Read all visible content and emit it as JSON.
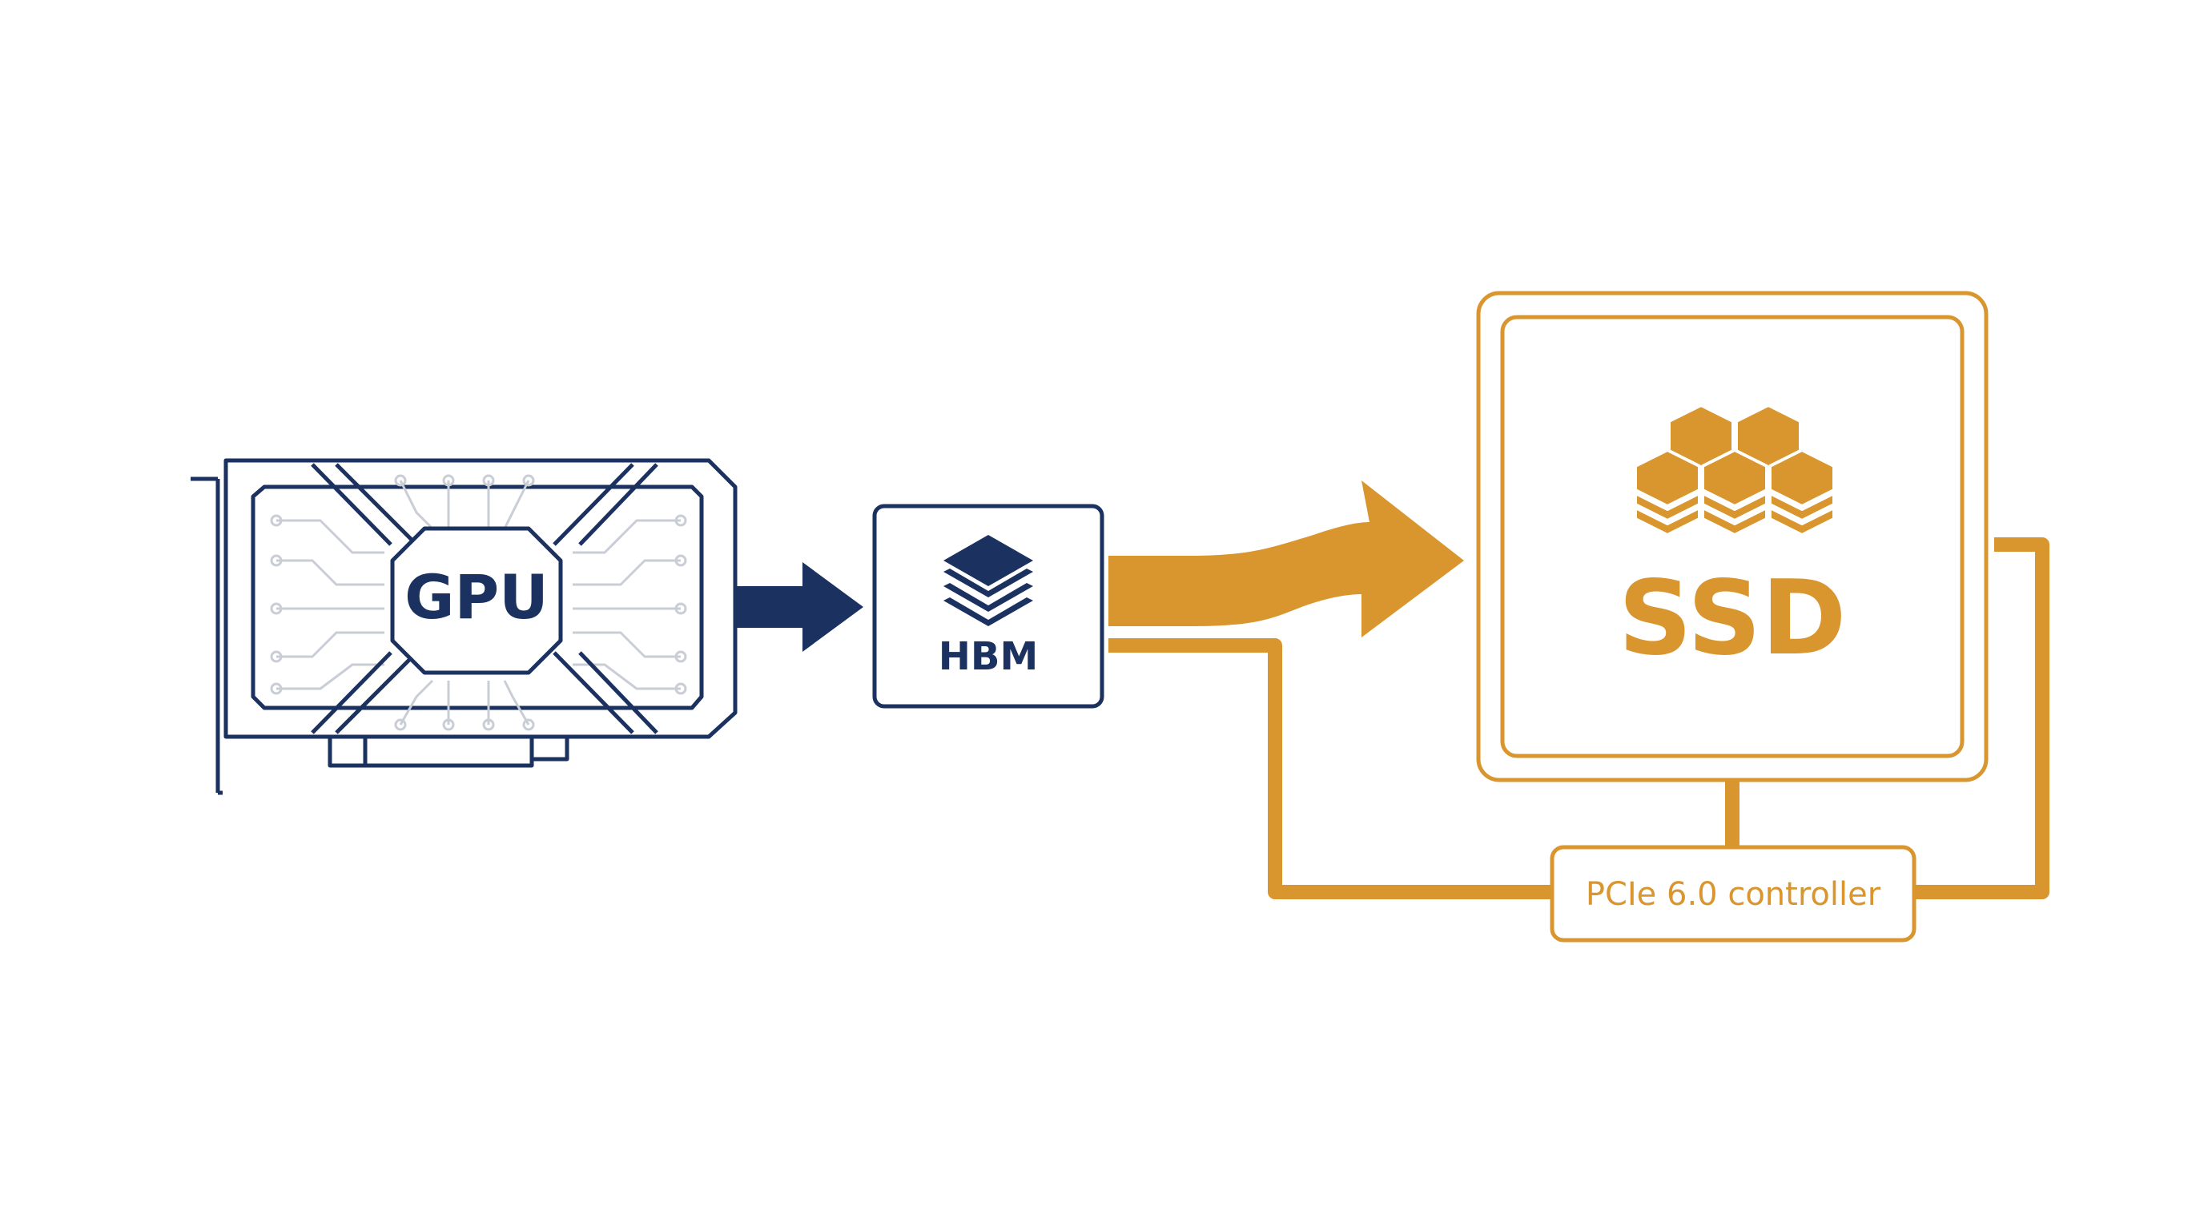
{
  "colors": {
    "navy": "#1b3160",
    "gold": "#d9962f",
    "trace": "#c9cdd6",
    "background": "#ffffff"
  },
  "gpu": {
    "label": "GPU",
    "icon": "graphics-card-icon"
  },
  "hbm": {
    "label": "HBM",
    "icon": "stacked-layers-icon"
  },
  "ssd": {
    "label": "SSD",
    "icon": "hexagon-stacks-icon"
  },
  "controller": {
    "label": "PCIe 6.0 controller"
  },
  "connections": [
    {
      "from": "GPU",
      "to": "HBM",
      "style": "solid-arrow"
    },
    {
      "from": "HBM",
      "to": "SSD",
      "style": "wide-flow-arrow"
    },
    {
      "from": "HBM",
      "to": "PCIe 6.0 controller",
      "style": "line"
    },
    {
      "from": "PCIe 6.0 controller",
      "to": "SSD",
      "style": "line"
    }
  ]
}
